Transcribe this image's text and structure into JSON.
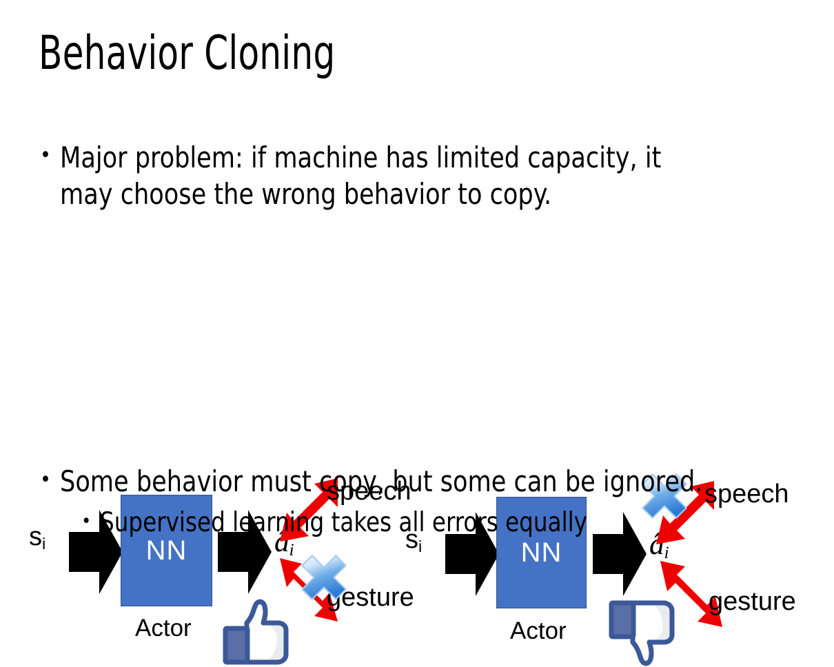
{
  "slide": {
    "title": "Behavior Cloning",
    "bullet_marker": "•",
    "bullets": [
      {
        "id": "problem",
        "text": "Major problem: if machine has limited capacity, it may choose the wrong behavior to copy.",
        "level": 1
      },
      {
        "id": "some",
        "text": "Some behavior must copy, but some can be ignored.",
        "level": 1
      },
      {
        "id": "supervised",
        "text": "Supervised learning takes all errors equally",
        "level": 2
      }
    ]
  },
  "diagrams": [
    {
      "id": "left",
      "state_label": "s",
      "state_subscript": "i",
      "box_label": "NN",
      "box_caption": "Actor",
      "action_label": "â",
      "action_subscript": "i",
      "outputs": [
        {
          "name": "speech",
          "label": "speech",
          "crossed_out": false
        },
        {
          "name": "gesture",
          "label": "gesture",
          "crossed_out": true
        }
      ],
      "feedback_icon": "thumbs-up-icon"
    },
    {
      "id": "right",
      "state_label": "s",
      "state_subscript": "i",
      "box_label": "NN",
      "box_caption": "Actor",
      "action_label": "â",
      "action_subscript": "i",
      "outputs": [
        {
          "name": "speech",
          "label": "speech",
          "crossed_out": true
        },
        {
          "name": "gesture",
          "label": "gesture",
          "crossed_out": false
        }
      ],
      "feedback_icon": "thumbs-down-icon"
    }
  ],
  "colors": {
    "background": "#FFFFFF",
    "nn_box_fill": "#4472C4",
    "nn_box_border": "#2F528F",
    "nn_box_text": "#FFFFFF",
    "arrow_black": "#000000",
    "arrow_red": "#EE0000",
    "cross_blue_light": "#E8F2FC",
    "cross_blue_dark": "#2E7BD6",
    "thumb_outline": "#3B5998",
    "thumb_fill": "#FFFFFF",
    "thumb_cuff": "#5A6EA8",
    "text": "#000000"
  }
}
